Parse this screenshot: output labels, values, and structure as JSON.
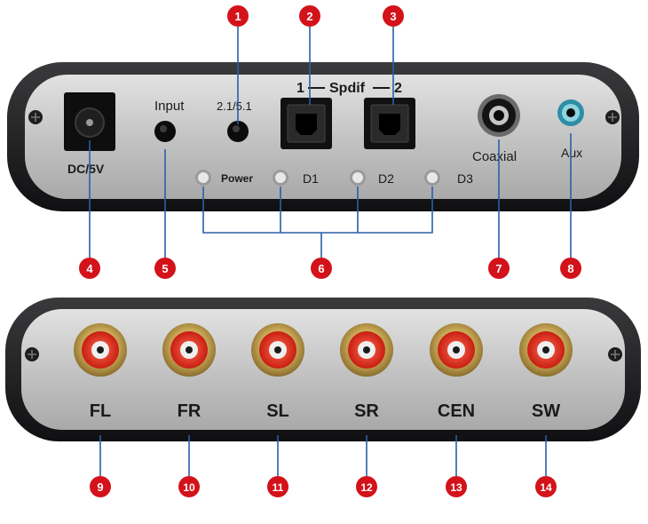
{
  "top_panel": {
    "labels": {
      "dc": "DC/5V",
      "input": "Input",
      "mode": "2.1/5.1",
      "spdif_1": "1",
      "spdif_title": "Spdif",
      "spdif_2": "2",
      "coaxial": "Coaxial",
      "aux": "Aux",
      "power": "Power",
      "d1": "D1",
      "d2": "D2",
      "d3": "D3"
    },
    "callouts": [
      "1",
      "2",
      "3",
      "4",
      "5",
      "6",
      "7",
      "8"
    ]
  },
  "bottom_panel": {
    "outputs": [
      "FL",
      "FR",
      "SL",
      "SR",
      "CEN",
      "SW"
    ],
    "callouts": [
      "9",
      "10",
      "11",
      "12",
      "13",
      "14"
    ]
  },
  "colors": {
    "badge": "#d3121a",
    "leader": "#2a5fa8",
    "rca_red": "#e0301f",
    "panel_face": "#c9c9c9",
    "housing": "#1c1c1e"
  }
}
